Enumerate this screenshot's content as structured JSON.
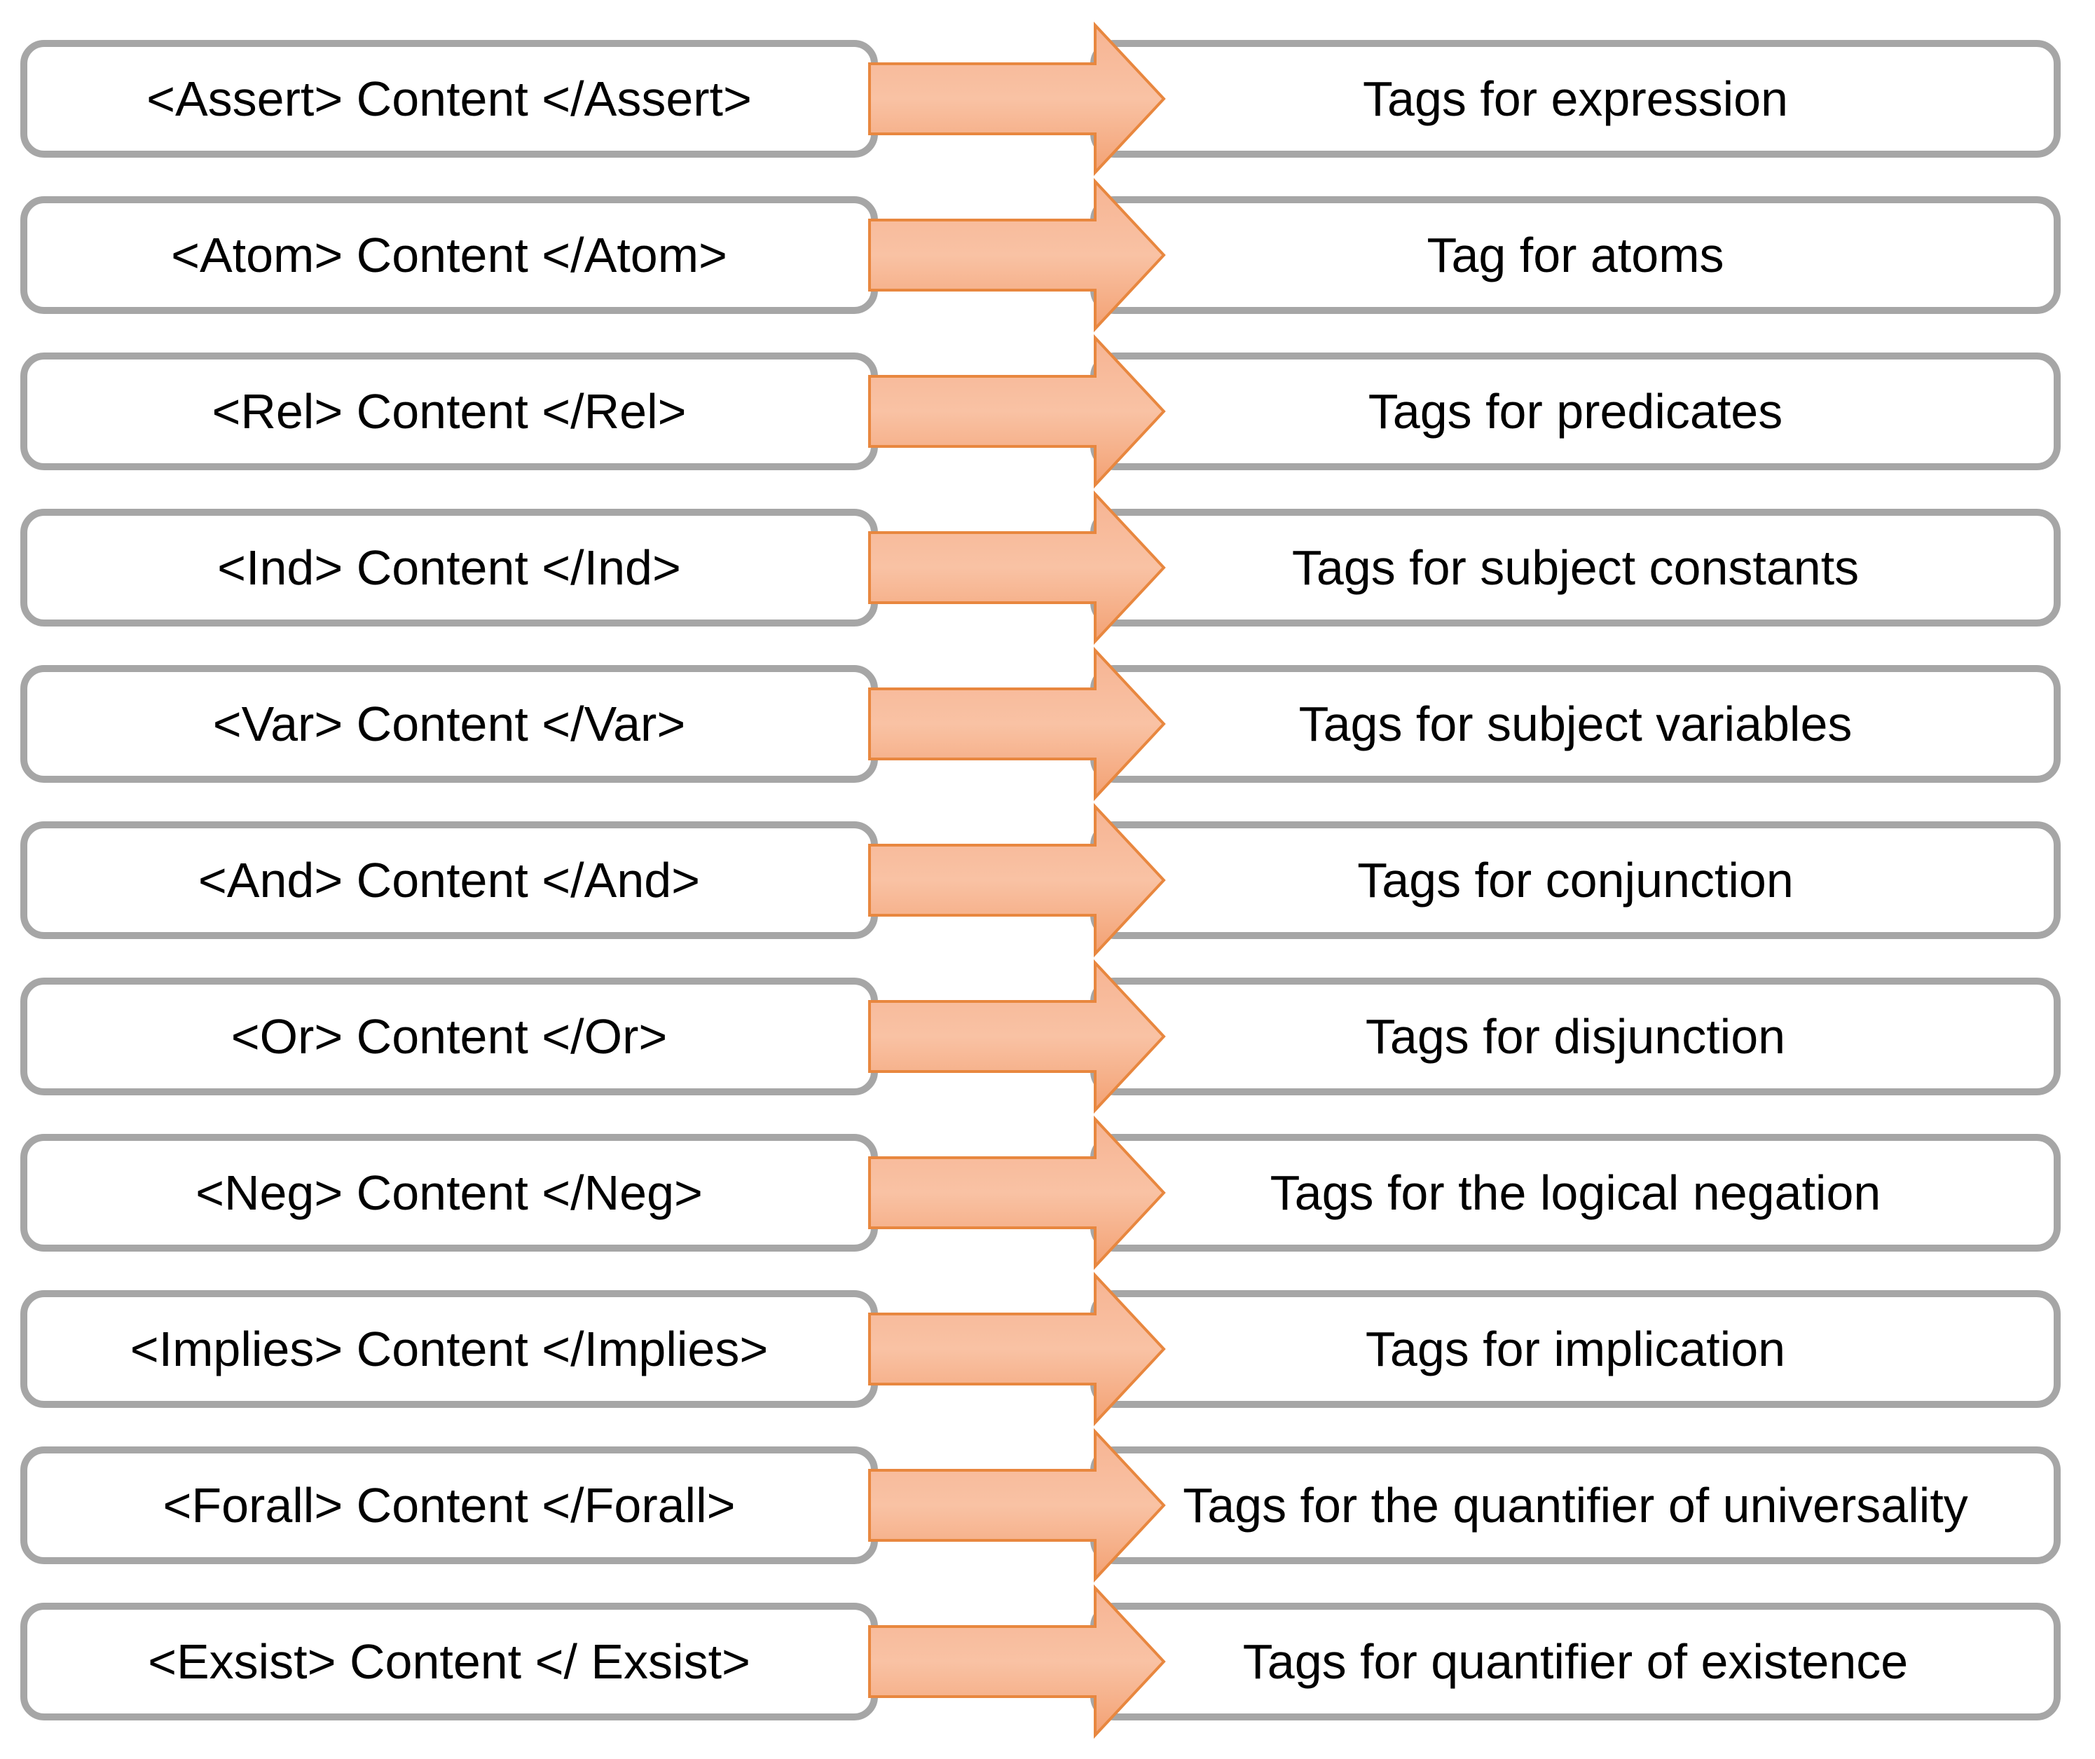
{
  "colors": {
    "box_border": "#a6a6a6",
    "box_fill": "#ffffff",
    "text": "#000000",
    "arrow_border": "#e8873f",
    "arrow_fill_top": "#f6b493",
    "arrow_fill_mid": "#f9c2a4",
    "arrow_fill_bottom": "#f3a173"
  },
  "rows": [
    {
      "tag": "<Assert> Content </Assert>",
      "description": "Tags for expression"
    },
    {
      "tag": "<Atom> Content </Atom>",
      "description": "Tag for atoms"
    },
    {
      "tag": "<Rel> Content </Rel>",
      "description": "Tags for predicates"
    },
    {
      "tag": "<Ind> Content </Ind>",
      "description": "Tags for subject constants"
    },
    {
      "tag": "<Var> Content </Var>",
      "description": "Tags for subject variables"
    },
    {
      "tag": "<And> Content </And>",
      "description": "Tags for conjunction"
    },
    {
      "tag": "<Or> Content </Or>",
      "description": "Tags for disjunction"
    },
    {
      "tag": "<Neg> Content </Neg>",
      "description": "Tags for the logical negation"
    },
    {
      "tag": "<Implies> Content </Implies>",
      "description": "Tags for implication"
    },
    {
      "tag": "<Forall> Content </Forall>",
      "description": "Tags for the quantifier of universality"
    },
    {
      "tag": "<Exsist> Content </ Exsist>",
      "description": "Tags for quantifier of existence"
    }
  ]
}
